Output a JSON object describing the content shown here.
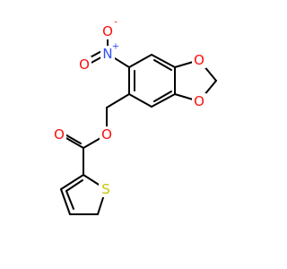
{
  "molecule": {
    "colors": {
      "bond": "#000000",
      "oxygen": "#ff0d0d",
      "nitrogen": "#3050f8",
      "sulfur": "#c6c600",
      "background": "#ffffff"
    },
    "atoms": {
      "nitro_o_minus": {
        "symbol": "O",
        "charge": "-",
        "element": "oxygen"
      },
      "nitro_n": {
        "symbol": "N",
        "charge": "+",
        "element": "nitrogen"
      },
      "nitro_o_double": {
        "symbol": "O",
        "element": "oxygen"
      },
      "dioxole_o_top": {
        "symbol": "O",
        "element": "oxygen"
      },
      "dioxole_o_bottom": {
        "symbol": "O",
        "element": "oxygen"
      },
      "ester_o_single": {
        "symbol": "O",
        "element": "oxygen"
      },
      "ester_o_carbonyl": {
        "symbol": "O",
        "element": "oxygen"
      },
      "thiophene_s": {
        "symbol": "S",
        "element": "sulfur"
      }
    }
  }
}
